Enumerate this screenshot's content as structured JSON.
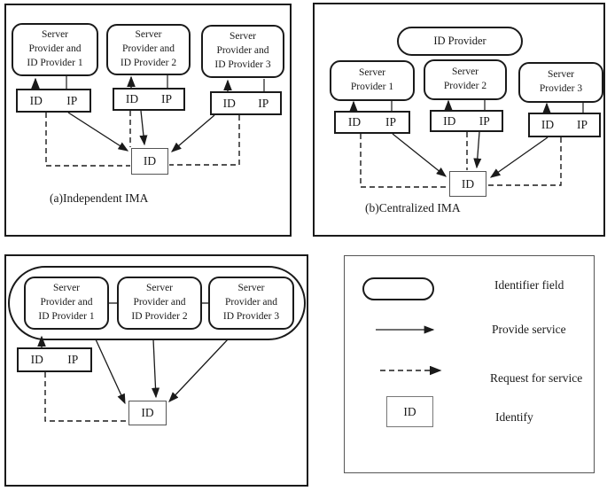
{
  "panel_a": {
    "caption": "(a)Independent IMA",
    "providers": [
      {
        "label": "Server Provider and ID Provider 1",
        "lines": [
          "Server",
          "Provider and",
          "ID Provider 1"
        ]
      },
      {
        "label": "Server Provider and ID Provider 2",
        "lines": [
          "Server",
          "Provider and",
          "ID Provider 2"
        ]
      },
      {
        "label": "Server Provider and ID Provider 3",
        "lines": [
          "Server",
          "Provider and",
          "ID Provider 3"
        ]
      }
    ],
    "idip": {
      "id": "ID",
      "ip": "IP"
    },
    "central_id": "ID"
  },
  "panel_b": {
    "caption": "(b)Centralized IMA",
    "id_provider": "ID Provider",
    "providers": [
      {
        "label": "Server Provider 1",
        "lines": [
          "Server",
          "Provider 1"
        ]
      },
      {
        "label": "Server Provider 2",
        "lines": [
          "Server",
          "Provider 2"
        ]
      },
      {
        "label": "Server Provider 3",
        "lines": [
          "Server",
          "Provider 3"
        ]
      }
    ],
    "idip": {
      "id": "ID",
      "ip": "IP"
    },
    "central_id": "ID"
  },
  "panel_c": {
    "providers": [
      {
        "label": "Server Provider and ID Provider 1",
        "lines": [
          "Server",
          "Provider and",
          "ID Provider 1"
        ]
      },
      {
        "label": "Server Provider and ID Provider 2",
        "lines": [
          "Server",
          "Provider and",
          "ID Provider 2"
        ]
      },
      {
        "label": "Server Provider and ID Provider 3",
        "lines": [
          "Server",
          "Provider and",
          "ID Provider 3"
        ]
      }
    ],
    "idip": {
      "id": "ID",
      "ip": "IP"
    },
    "central_id": "ID"
  },
  "legend": {
    "identifier_field": "Identifier field",
    "provide_service": "Provide service",
    "request_for_service": "Request for service",
    "identify": "Identify",
    "id_box": "ID"
  },
  "colors": {
    "line": "#1a1a1a",
    "background": "#ffffff"
  }
}
